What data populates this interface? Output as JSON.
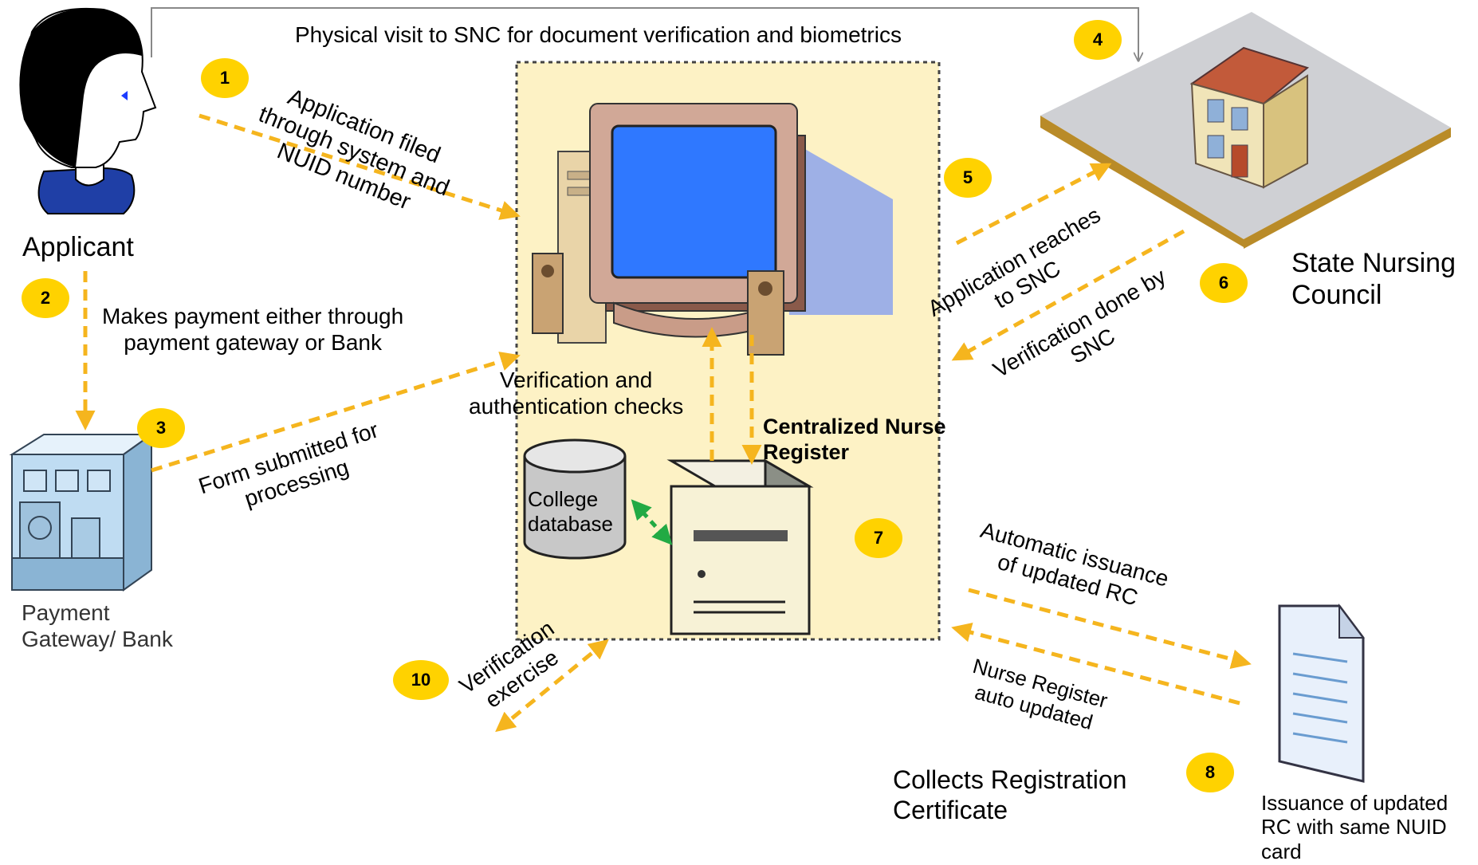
{
  "visit_label": "Physical visit to SNC for document verification and biometrics",
  "actors": {
    "applicant": "Applicant",
    "payment_gateway": "Payment\nGateway/ Bank",
    "snc": "State Nursing\nCouncil",
    "college_db": "College\ndatabase",
    "central_register": "Centralized Nurse\nRegister"
  },
  "flows": {
    "application_filed": "Application filed\nthrough system and\nNUID number",
    "payment": "Makes payment either through\npayment gateway or Bank",
    "form_submitted": "Form submitted for\nprocessing",
    "verification_checks": "Verification and\nauthentication checks",
    "reaches_snc": "Application reaches\nto SNC",
    "verification_snc": "Verification done by\nSNC",
    "auto_issuance": "Automatic issuance\nof updated RC",
    "register_updated": "Nurse Register\nauto updated",
    "verification_exercise": "Verification\nexercise",
    "collects_rc": "Collects Registration\nCertificate",
    "issuance_rc": "Issuance of updated\nRC with same NUID\ncard"
  },
  "steps": [
    "1",
    "2",
    "3",
    "4",
    "5",
    "6",
    "7",
    "8",
    "10"
  ],
  "colors": {
    "badge": "#ffd200",
    "arrow": "#f5b51e",
    "panel": "#fdf2c5",
    "db_link": "#22aa44"
  }
}
